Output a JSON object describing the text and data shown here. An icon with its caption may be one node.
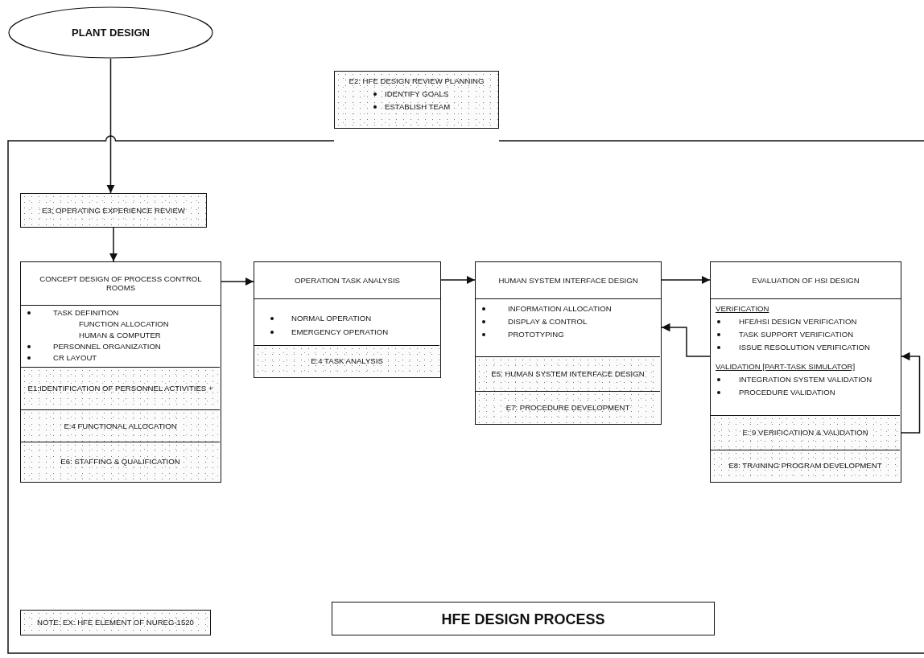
{
  "diagram": {
    "title": "HFE DESIGN PROCESS",
    "nodes": [
      {
        "text": [
          "PLANT DESIGN"
        ]
      },
      {
        "text": [
          "E2: HFE DESIGN REVIEW PLANNING",
          "IDENTIFY GOALS",
          "ESTABLISH TEAM"
        ]
      },
      {
        "text": [
          "E3; OPERATING EXPERIENCE REVIEW"
        ]
      },
      {
        "text": [
          "CONCEPT DESIGN OF PROCESS CONTROL ROOMS",
          "TASK DEFINITION",
          "FUNCTION ALLOCATION",
          "HUMAN & COMPUTER",
          "PERSONNEL ORGANIZATION",
          "CR LAYOUT"
        ]
      },
      {
        "text": [
          "E1:IDENTIFICATION OF PERSONNEL ACTIVITIES +"
        ],
        "in": 3
      },
      {
        "text": [
          "E:4 FUNCTIONAL ALLOCATION"
        ],
        "in": 3
      },
      {
        "text": [
          "E6: STAFFING & QUALIFICATION"
        ],
        "in": 3
      },
      {
        "text": [
          "OPERATION TASK ANALYSIS",
          "NORMAL OPERATION",
          "EMERGENCY OPERATION"
        ]
      },
      {
        "text": [
          "E:4 TASK ANALYSIS"
        ],
        "in": 7
      },
      {
        "text": [
          "HUMAN SYSTEM INTERFACE DESIGN",
          "INFORMATION ALLOCATION",
          "DISPLAY & CONTROL",
          "PROTOTYPING"
        ]
      },
      {
        "text": [
          "E5: HUMAN SYSTEM INTERFACE DESIGN"
        ],
        "in": 9
      },
      {
        "text": [
          "E7: PROCEDURE DEVELOPMENT"
        ],
        "in": 9
      },
      {
        "text": [
          "EVALUATION OF HSI DESIGN",
          "VERIFICATION",
          "HFE/HSI DESIGN VERIFICATION",
          "TASK SUPPORT VERIFICATION",
          "ISSUE RESOLUTION VERIFICATION",
          "VALIDATION [PART-TASK SIMULATOR]",
          "INTEGRATION SYSTEM VALIDATION",
          "PROCEDURE VALIDATION"
        ]
      },
      {
        "text": [
          "E: 9 VERIFICATIION & VALIDATION"
        ],
        "in": 12
      },
      {
        "text": [
          "E8: TRAINING PROGRAM DEVELOPMENT"
        ],
        "in": 12
      },
      {
        "text": [
          "NOTE: EX: HFE ELEMENT OF NUREG-1520"
        ]
      }
    ],
    "edges": [
      {
        "from": 0,
        "to": 2,
        "arrow": "to"
      },
      {
        "from": 2,
        "to": 3,
        "arrow": "to"
      },
      {
        "from": 3,
        "to": 7,
        "arrow": "to"
      },
      {
        "from": 7,
        "to": 9,
        "arrow": "to"
      },
      {
        "from": 9,
        "to": 12,
        "arrow": "to"
      },
      {
        "from": 12,
        "to": 9,
        "arrow": "to"
      },
      {
        "from": 13,
        "to": 12,
        "arrow": "to"
      }
    ]
  }
}
